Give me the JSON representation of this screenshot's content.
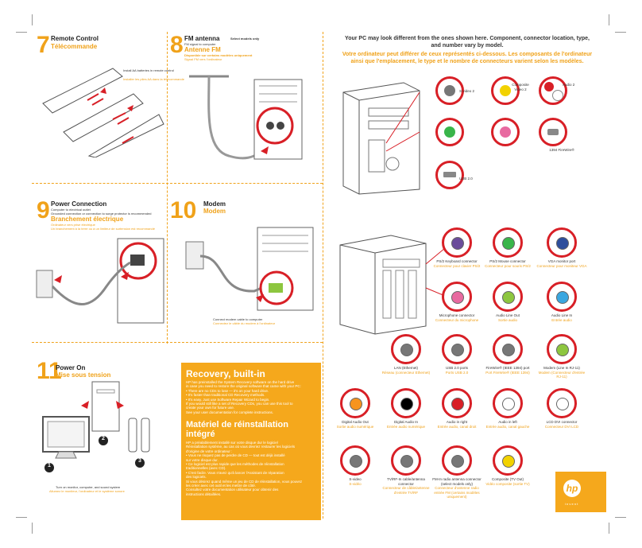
{
  "step7": {
    "num": "7",
    "title_en": "Remote Control",
    "title_fr": "Télécommande",
    "note_en": "Install AA batteries in remote control",
    "note_fr": "Installer les piles AA dans la télécommande"
  },
  "step8": {
    "num": "8",
    "title_en": "FM antenna",
    "select": "Select models only",
    "sub_en": "FM signal to computer",
    "title_fr": "Antenne FM",
    "select_fr": "Disponible sur certains modèles uniquement",
    "sub_fr": "Signal FM vers l'ordinateur"
  },
  "step9": {
    "num": "9",
    "title_en": "Power Connection",
    "sub_en1": "Computer to electrical outlet",
    "sub_en2": "Grounded connection or connection to surge protector is recommended",
    "title_fr": "Branchement électrique",
    "sub_fr1": "Ordinateur vers prise électrique",
    "sub_fr2": "Un branchement à la terre ou à un limiteur de surtension est recommandé"
  },
  "step10": {
    "num": "10",
    "title_en": "Modem",
    "title_fr": "Modem",
    "caption_en": "Connect modem cable to computer",
    "caption_fr": "Connectez le câble du modem à l'ordinateur"
  },
  "step11": {
    "num": "11",
    "title_en": "Power On",
    "title_fr": "Mise sous tension",
    "caption_en": "Turn on monitor, computer, and sound system",
    "caption_fr": "Allumez le moniteur, l'ordinateur et le système sonore",
    "marker1": "1",
    "marker2": "2",
    "marker3": "3"
  },
  "recovery": {
    "title_en": "Recovery, built-in",
    "lines_en": [
      "HP has preinstalled the System Recovery software on the hard drive",
      "in case you need to restore the original software that came with your PC:",
      "• There are no CDs to lose — it's on your hard drive.",
      "• It's faster than traditional CD Recovery methods.",
      "• It's easy. Just use Software Repair Wizard to begin.",
      "If you would still like a set of Recovery CDs, you can use this tool to",
      "create your own for future use.",
      "See your user documentation for complete instructions."
    ],
    "title_fr": "Matériel de réinstallation intégré",
    "lines_fr": [
      "HP a préalablement installé sur votre disque dur le logiciel",
      "Réinstallation système, au cas où vous devriez restaurer les logiciels",
      "d'origine de votre ordinateur :",
      "• Vous ne risquez pas de perdre de CD — tout est déjà installé",
      "   sur votre disque dur.",
      "• Ce logiciel est plus rapide que les méthodes de réinstallation",
      "   traditionnelles (avec CD).",
      "• C'est facile. Vous n'avez qu'à lancer l'Assistant de réparation",
      "   des logiciels.",
      "Si vous désirez quand même un jeu de CD de réinstallation, vous pouvez",
      "les créer avec cet outil et les mettre de côté.",
      "Consultez votre documentation utilisateur pour obtenir des",
      "instructions détaillées."
    ]
  },
  "intro": {
    "en1": "Your PC may look different from the ones shown here. Component, connector location, type,",
    "en2": "and number vary by model.",
    "fr1": "Votre ordinateur peut différer de ceux représentés ci-dessous. Les composants de l'ordinateur",
    "fr2": "ainsi que l'emplacement, le type et le nombre de connecteurs varient selon les modèles."
  },
  "front_ports": [
    {
      "label": "S-video 2",
      "color": "#777"
    },
    {
      "label": "Composite Video 2",
      "color": "#f2d200"
    },
    {
      "label": "Audio 2",
      "color": "#d81f26"
    },
    {
      "label": "",
      "color": "#39b54a"
    },
    {
      "label": "",
      "color": "#e86aa0"
    },
    {
      "label": "1394 FireWire®",
      "color": "#888"
    },
    {
      "label": "USB 2.0",
      "color": "#888"
    }
  ],
  "back_ports": [
    {
      "en": "PS/2 Keyboard connector",
      "fr": "Connecteur pour clavier PS/2",
      "color": "#6b4c9a"
    },
    {
      "en": "PS/2 Mouse connector",
      "fr": "Connecteur pour souris PS/2",
      "color": "#39b54a"
    },
    {
      "en": "VGA monitor port",
      "fr": "Connecteur pour moniteur VGA",
      "color": "#2e4e9c"
    },
    {
      "en": "Microphone connector",
      "fr": "Connecteur du microphone",
      "color": "#e86aa0"
    },
    {
      "en": "Audio Line Out",
      "fr": "Sortie audio",
      "color": "#8dc63f"
    },
    {
      "en": "Audio Line In",
      "fr": "Entrée audio",
      "color": "#3aa7e0"
    },
    {
      "en": "LAN (Ethernet)",
      "fr": "Réseau (connecteur Ethernet)",
      "color": "#777"
    },
    {
      "en": "USB 2.0 ports",
      "fr": "Ports USB 2.0",
      "color": "#777"
    },
    {
      "en": "FireWire® (IEEE 1394) port",
      "fr": "Port FireWire® (IEEE 1394)",
      "color": "#777"
    },
    {
      "en": "Modem (Line In RJ-11)",
      "fr": "Modem (Connecteur d'entrée RJ-11)",
      "color": "#8dc63f"
    },
    {
      "en": "Digital Audio Out",
      "fr": "Sortie audio numérique",
      "color": "#f7941d"
    },
    {
      "en": "Digital Audio In",
      "fr": "Entrée audio numérique",
      "color": "#000"
    },
    {
      "en": "Audio in right",
      "fr": "Entrée audio, canal droit",
      "color": "#d81f26"
    },
    {
      "en": "Audio in left",
      "fr": "Entrée audio, canal gauche",
      "color": "#fff"
    },
    {
      "en": "LCD DVI connector",
      "fr": "Connecteur DVI LCD",
      "color": "#fff"
    },
    {
      "en": "S-video",
      "fr": "S-vidéo",
      "color": "#777"
    },
    {
      "en": "TV/RF-In cable/antenna connector",
      "fr": "Connecteur de câble/antenne d'entrée TV/RF",
      "color": "#777"
    },
    {
      "en": "FM-In radio antenna connector (select models only)",
      "fr": "Connecteur d'antenne radio entrée FM (certains modèles uniquement)",
      "color": "#777"
    },
    {
      "en": "Composite (TV Out)",
      "fr": "Vidéo composite (sortie TV)",
      "color": "#f2d200"
    }
  ],
  "hp": {
    "logo": "hp",
    "tag": "i n v e n t"
  },
  "colors": {
    "accent": "#f0a21a",
    "red": "#d81f26",
    "recovery_bg": "#f5a81c"
  }
}
